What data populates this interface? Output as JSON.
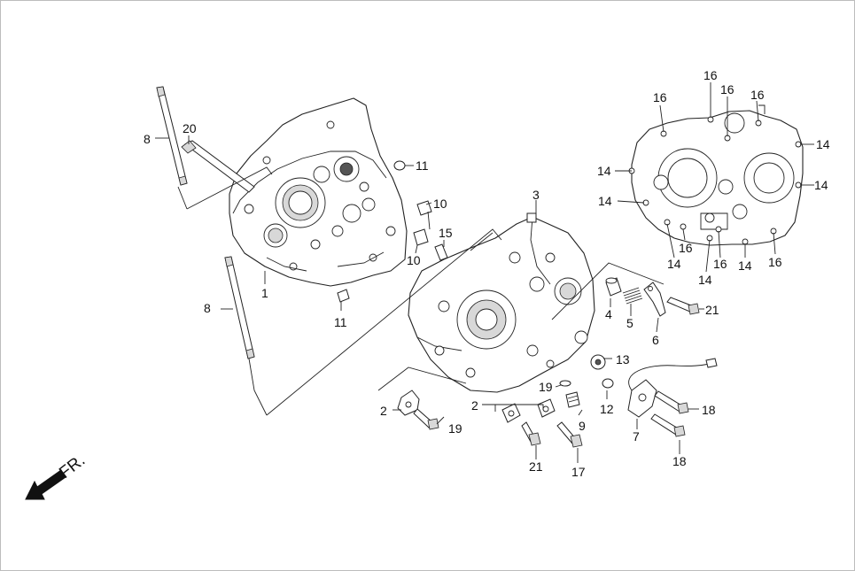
{
  "direction_label": "FR.",
  "callouts": {
    "c1": "1",
    "c2a": "2",
    "c2b": "2",
    "c3": "3",
    "c4": "4",
    "c5": "5",
    "c6": "6",
    "c7": "7",
    "c8a": "8",
    "c8b": "8",
    "c9": "9",
    "c10a": "10",
    "c10b": "10",
    "c11a": "11",
    "c11b": "11",
    "c12": "12",
    "c13": "13",
    "c14a": "14",
    "c14b": "14",
    "c14c": "14",
    "c14d": "14",
    "c14e": "14",
    "c14f": "14",
    "c14g": "14",
    "c15": "15",
    "c16a": "16",
    "c16b": "16",
    "c16c": "16",
    "c16d": "16",
    "c16e": "16",
    "c16f": "16",
    "c16g": "16",
    "c17": "17",
    "c18a": "18",
    "c18b": "18",
    "c19a": "19",
    "c19b": "19",
    "c20": "20",
    "c21a": "21",
    "c21b": "21"
  }
}
